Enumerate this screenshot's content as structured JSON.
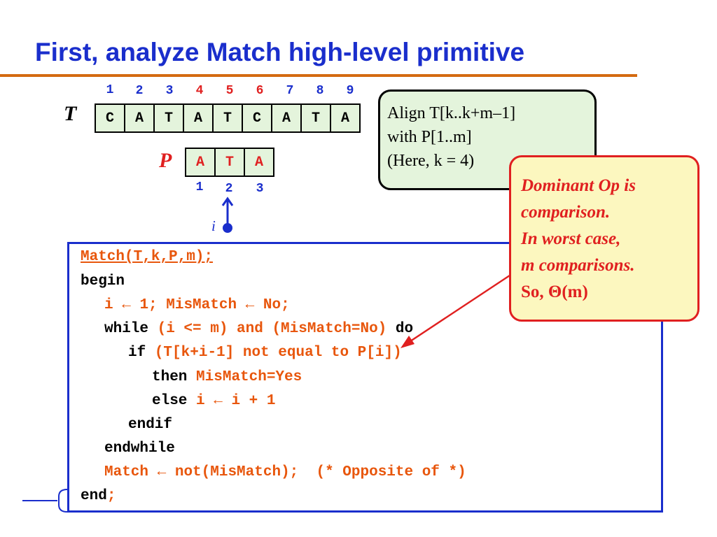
{
  "title": "First, analyze Match high-level primitive",
  "text_row": {
    "label": "T",
    "indices": [
      "1",
      "2",
      "3",
      "4",
      "5",
      "6",
      "7",
      "8",
      "9"
    ],
    "cells": [
      "C",
      "A",
      "T",
      "A",
      "T",
      "C",
      "A",
      "T",
      "A"
    ]
  },
  "pattern_row": {
    "label": "P",
    "indices": [
      "1",
      "2",
      "3"
    ],
    "cells": [
      "A",
      "T",
      "A"
    ],
    "pointer_label": "i"
  },
  "align_box": {
    "line1": "Align T[k..k+m–1]",
    "line2": "with   P[1..m]",
    "line3": "(Here, k = 4)"
  },
  "dominant_box": {
    "lines": [
      "Dominant Op is",
      "comparison.",
      "In worst case,",
      "m comparisons."
    ],
    "last": "So, Θ(m)"
  },
  "code": {
    "line1": "Match(T,k,P,m);",
    "line2": "begin",
    "l3_i": "i",
    "l3_arrow1": "←",
    "l3_mid": "1; MisMatch",
    "l3_arrow2": "←",
    "l3_end": "No;",
    "l4_kw": "while",
    "l4_cond": "(i <= m) and (MisMatch=No)",
    "l4_do": "do",
    "l5_kw": "if",
    "l5_cond": "(T[k+i-1] not equal to P[i])",
    "l6_kw": "then",
    "l6_stmt": "MisMatch=Yes",
    "l7_kw": "else",
    "l7_i": "i",
    "l7_arrow": "←",
    "l7_end": "i + 1",
    "line8": "endif",
    "line9": "endwhile",
    "l10_a": "Match",
    "l10_arrow": "←",
    "l10_b": "not(MisMatch);  (* Opposite of *)",
    "l11_end": "end",
    "l11_semi": ";"
  }
}
